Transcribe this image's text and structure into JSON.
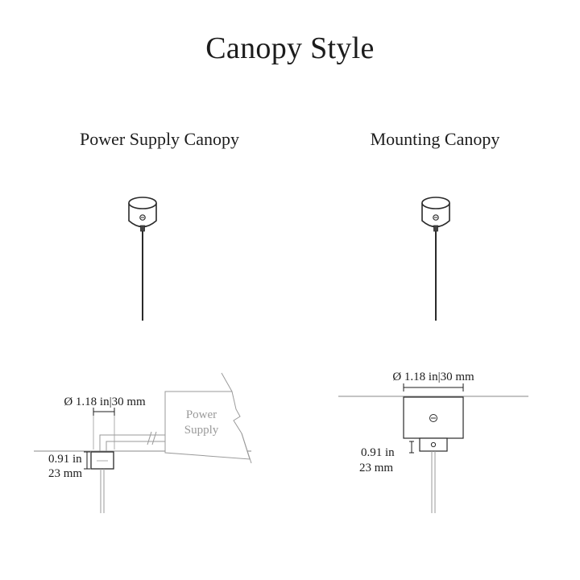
{
  "title": "Canopy Style",
  "sections": {
    "left": {
      "heading": "Power Supply Canopy",
      "diameter_label": "Ø 1.18 in|30 mm",
      "height_label_in": "0.91 in",
      "height_label_mm": "23 mm",
      "power_supply_label_line1": "Power",
      "power_supply_label_line2": "Supply"
    },
    "right": {
      "heading": "Mounting Canopy",
      "diameter_label": "Ø 1.18 in|30 mm",
      "height_label_in": "0.91 in",
      "height_label_mm": "23 mm"
    }
  },
  "colors": {
    "line_dark": "#2a2a2a",
    "line_light": "#8a8a8a",
    "text_muted": "#9a9a9a"
  }
}
